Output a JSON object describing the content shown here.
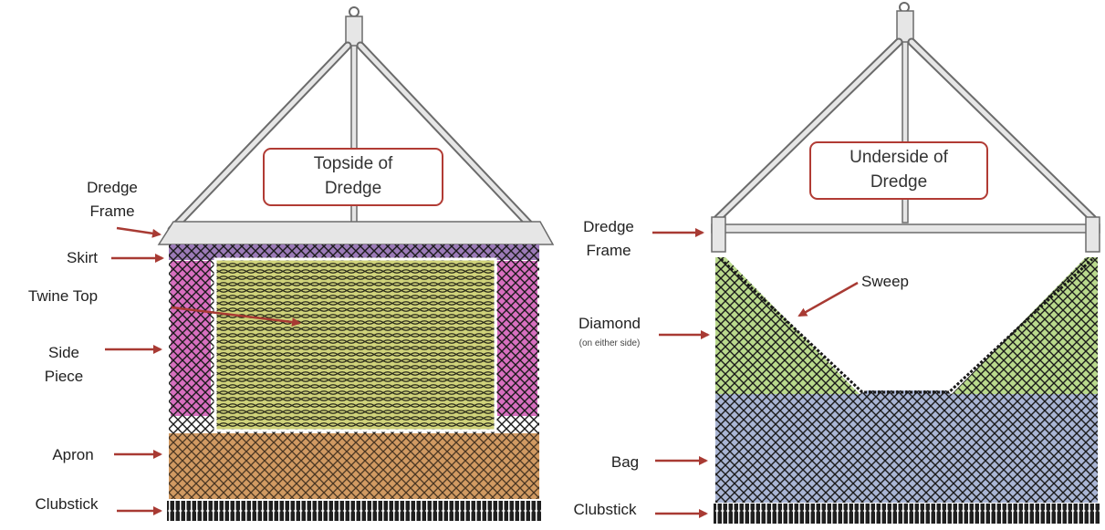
{
  "left": {
    "title_line1": "Topside of",
    "title_line2": "Dredge",
    "labels": {
      "frame_line1": "Dredge",
      "frame_line2": "Frame",
      "skirt": "Skirt",
      "twine_top": "Twine Top",
      "side_line1": "Side",
      "side_line2": "Piece",
      "apron": "Apron",
      "clubstick": "Clubstick"
    }
  },
  "right": {
    "title_line1": "Underside of",
    "title_line2": "Dredge",
    "labels": {
      "frame_line1": "Dredge",
      "frame_line2": "Frame",
      "sweep": "Sweep",
      "diamond": "Diamond",
      "diamond_note": "(on either side)",
      "bag": "Bag",
      "clubstick": "Clubstick"
    }
  },
  "colors": {
    "arrow": "#a83a33",
    "title_border": "#b13b34",
    "frame_fill": "#e6e6e6",
    "frame_stroke": "#6b6b6b",
    "skirt": "#9c7bb8",
    "side_piece": "#d76fbf",
    "twine_top": "#cfd27a",
    "apron": "#d19a62",
    "clubstick": "#1f1f1f",
    "diamond": "#b9d98c",
    "bag": "#a9b5d4",
    "mesh_line": "#1a1a1a"
  }
}
